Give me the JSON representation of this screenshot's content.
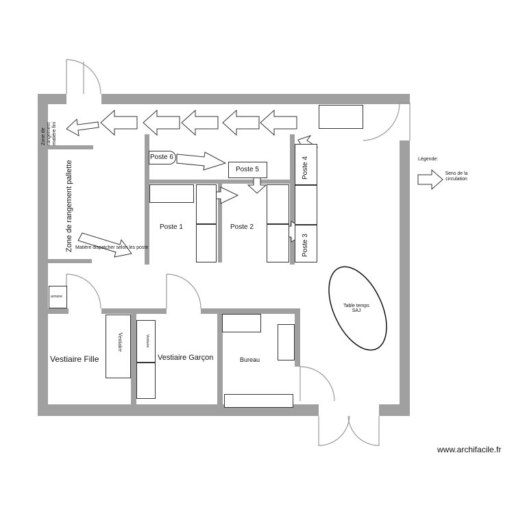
{
  "labels": {
    "zone_matiere_fini": "Zone de rangement matière fini",
    "zone_palette": "Zone de rangement pallette",
    "matiere_dispatcher": "Matière dispatcher selon les poste",
    "armoire": "armoire",
    "poste1": "Poste 1",
    "poste2": "Poste 2",
    "poste3": "Poste 3",
    "poste4": "Poste 4",
    "poste5": "Poste 5",
    "poste6": "Poste 6",
    "table": "Table temps SAJ",
    "vestiaire_fille": "Vestiaire Fille",
    "vestiaire_garcon": "Vestiaire Garçon",
    "vestiaire": "Vestiaire",
    "vestiaire_small": "Vestiaire",
    "bureau": "Bureau",
    "legende": "Légende:",
    "sens": "Sens de la circulation",
    "watermark": "www.archifacile.fr"
  }
}
